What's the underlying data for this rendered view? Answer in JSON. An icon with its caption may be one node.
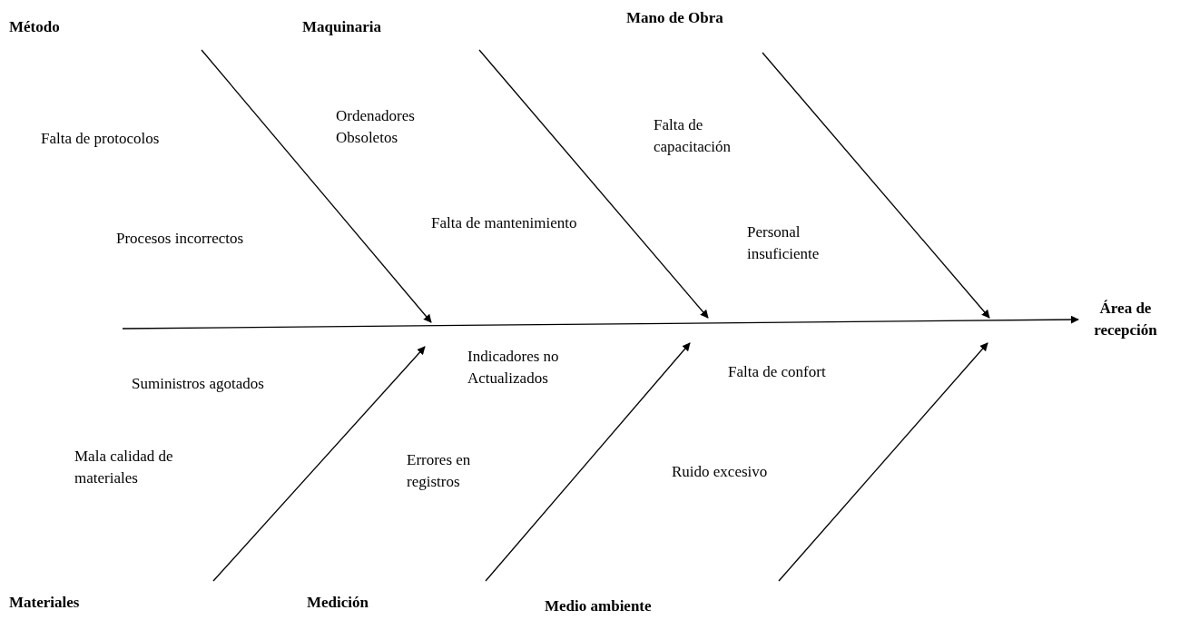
{
  "diagram": {
    "nodes": [
      {
        "text": [
          "Método"
        ]
      },
      {
        "text": [
          "Maquinaria"
        ]
      },
      {
        "text": [
          "Mano de Obra"
        ]
      },
      {
        "text": [
          "Área de recepción"
        ]
      },
      {
        "text": [
          "Materiales"
        ]
      },
      {
        "text": [
          "Medición"
        ]
      },
      {
        "text": [
          "Medio ambiente"
        ]
      }
    ],
    "edges": [
      {
        "from": null,
        "to": 3,
        "arrow": "to"
      }
    ],
    "labels": [
      "Falta de protocolos",
      "Ordenadores Obsoletos",
      "Falta de capacitación",
      "Procesos incorrectos",
      "Falta de mantenimiento",
      "Personal insuficiente",
      "Suministros agotados",
      "Indicadores no Actualizados",
      "Falta de confort",
      "Mala calidad de materiales",
      "Errores en registros",
      "Ruido excesivo"
    ]
  }
}
